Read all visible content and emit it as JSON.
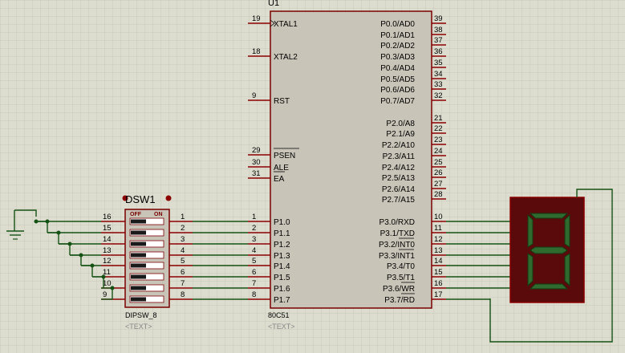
{
  "u1": {
    "ref": "U1",
    "part": "80C51",
    "text_placeholder": "<TEXT>",
    "left_pins": [
      {
        "num": "19",
        "label": "XTAL1"
      },
      {
        "num": "18",
        "label": "XTAL2"
      },
      {
        "num": "9",
        "label": "RST"
      },
      {
        "num": "29",
        "label": "PSEN"
      },
      {
        "num": "30",
        "label": "ALE"
      },
      {
        "num": "31",
        "label": "EA"
      },
      {
        "num": "1",
        "label": "P1.0"
      },
      {
        "num": "2",
        "label": "P1.1"
      },
      {
        "num": "3",
        "label": "P1.2"
      },
      {
        "num": "4",
        "label": "P1.3"
      },
      {
        "num": "5",
        "label": "P1.4"
      },
      {
        "num": "6",
        "label": "P1.5"
      },
      {
        "num": "7",
        "label": "P1.6"
      },
      {
        "num": "8",
        "label": "P1.7"
      }
    ],
    "right_pins": [
      {
        "num": "39",
        "label": "P0.0/AD0"
      },
      {
        "num": "38",
        "label": "P0.1/AD1"
      },
      {
        "num": "37",
        "label": "P0.2/AD2"
      },
      {
        "num": "36",
        "label": "P0.3/AD3"
      },
      {
        "num": "35",
        "label": "P0.4/AD4"
      },
      {
        "num": "34",
        "label": "P0.5/AD5"
      },
      {
        "num": "33",
        "label": "P0.6/AD6"
      },
      {
        "num": "32",
        "label": "P0.7/AD7"
      },
      {
        "num": "21",
        "label": "P2.0/A8"
      },
      {
        "num": "22",
        "label": "P2.1/A9"
      },
      {
        "num": "23",
        "label": "P2.2/A10"
      },
      {
        "num": "24",
        "label": "P2.3/A11"
      },
      {
        "num": "25",
        "label": "P2.4/A12"
      },
      {
        "num": "26",
        "label": "P2.5/A13"
      },
      {
        "num": "27",
        "label": "P2.6/A14"
      },
      {
        "num": "28",
        "label": "P2.7/A15"
      },
      {
        "num": "10",
        "label": "P3.0/RXD"
      },
      {
        "num": "11",
        "label": "P3.1/TXD"
      },
      {
        "num": "12",
        "label": "P3.2/INT0"
      },
      {
        "num": "13",
        "label": "P3.3/INT1"
      },
      {
        "num": "14",
        "label": "P3.4/T0"
      },
      {
        "num": "15",
        "label": "P3.5/T1"
      },
      {
        "num": "16",
        "label": "P3.6/WR"
      },
      {
        "num": "17",
        "label": "P3.7/RD"
      }
    ]
  },
  "dsw1": {
    "ref": "DSW1",
    "part": "DIPSW_8",
    "text_placeholder": "<TEXT>",
    "off_label": "OFF",
    "on_label": "ON",
    "left_pins": [
      "16",
      "15",
      "14",
      "13",
      "12",
      "11",
      "10",
      "9"
    ],
    "right_pins": [
      "1",
      "2",
      "3",
      "4",
      "5",
      "6",
      "7",
      "8"
    ]
  },
  "display": {
    "digit": "8",
    "segment_color": "#2f6b2f",
    "body_color": "#5a0a0a"
  },
  "colors": {
    "background": "#dcdccf",
    "grid": "#c8c8bb",
    "wire": "#145214",
    "pin": "#8b0000",
    "chip_fill": "#c8c4b8",
    "chip_border": "#7a0000"
  }
}
